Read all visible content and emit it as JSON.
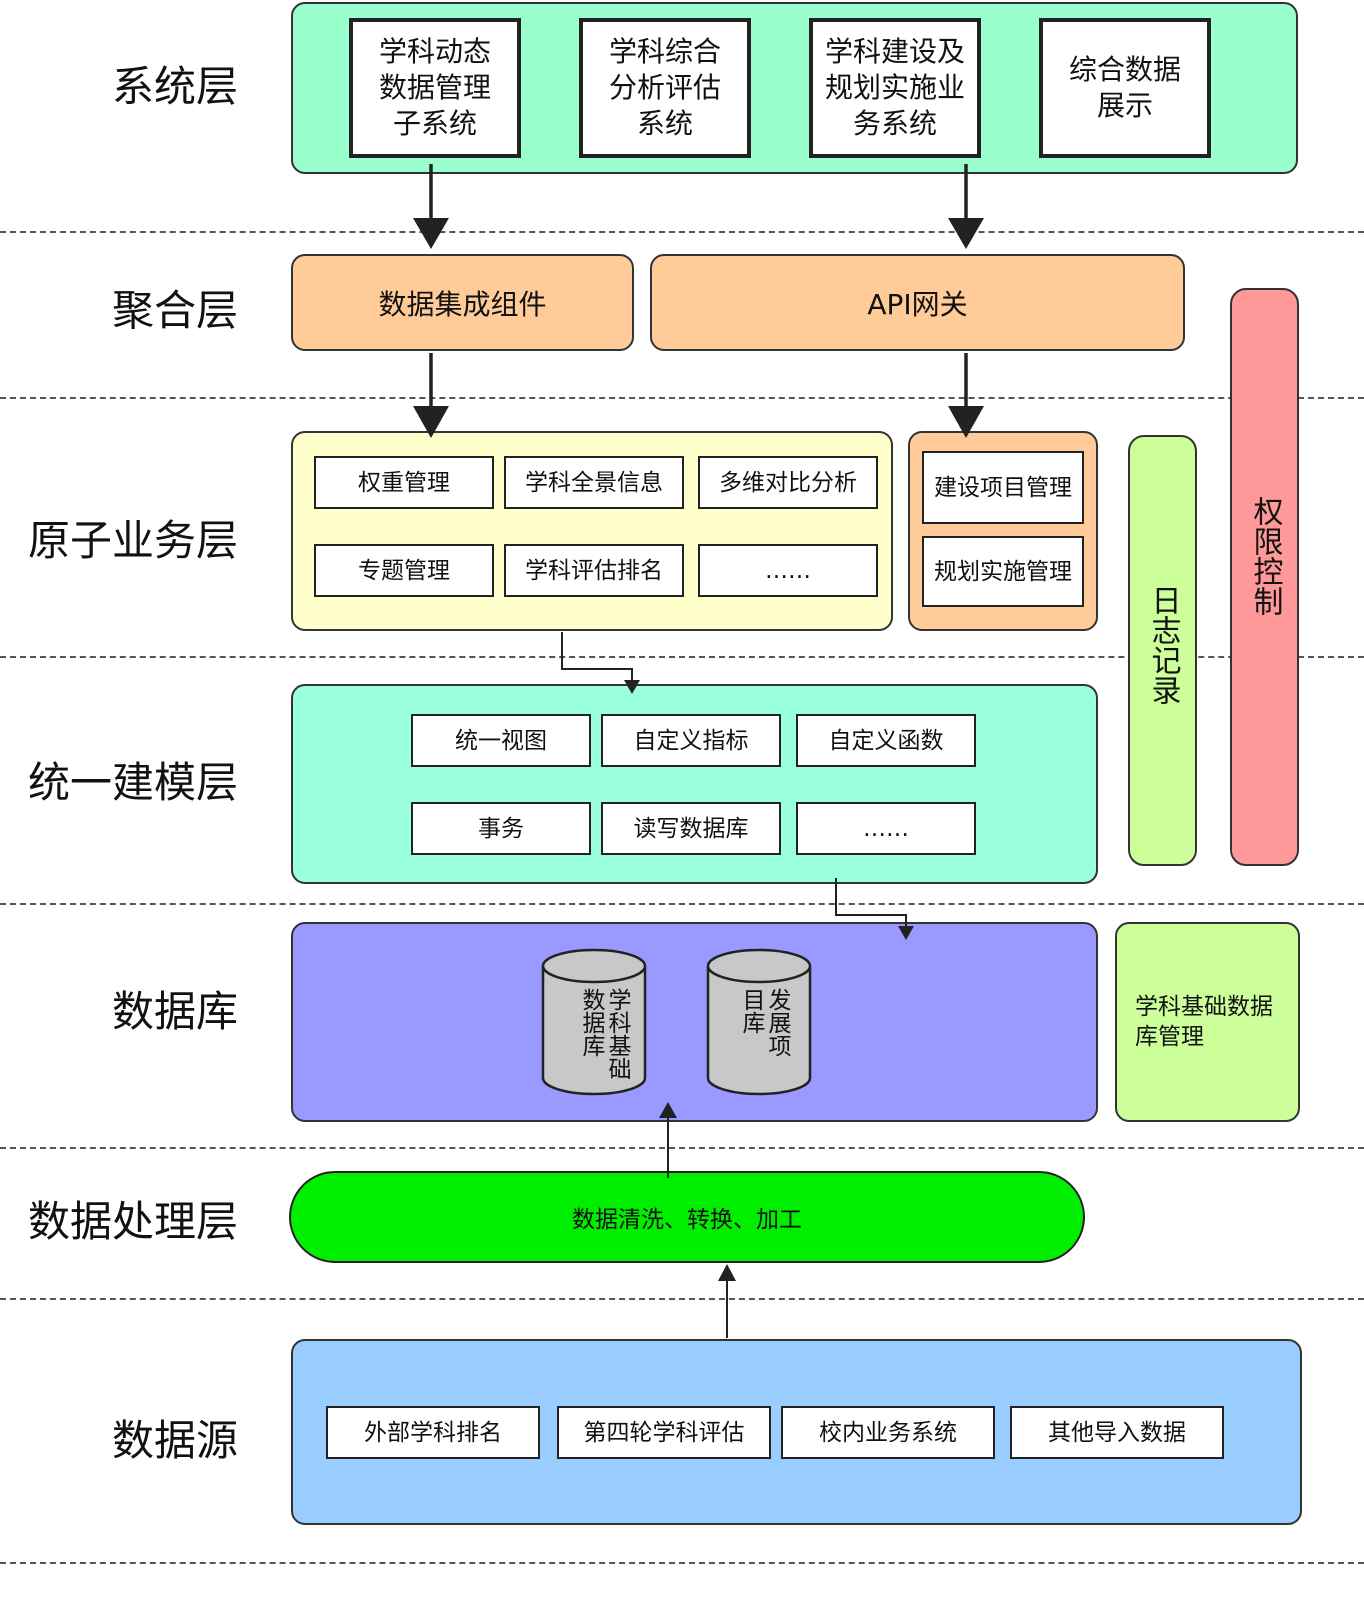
{
  "layers": {
    "system": "系统层",
    "aggregation": "聚合层",
    "atomic": "原子业务层",
    "modeling": "统一建模层",
    "database": "数据库",
    "processing": "数据处理层",
    "source": "数据源"
  },
  "system_layer": {
    "items": [
      "学科动态\n数据管理\n子系统",
      "学科综合\n分析评估\n系统",
      "学科建设及\n规划实施业\n务系统",
      "综合数据\n展示"
    ]
  },
  "aggregation_layer": {
    "integration": "数据集成组件",
    "gateway": "API网关"
  },
  "atomic_layer": {
    "left": [
      "权重管理",
      "学科全景信息",
      "多维对比分析",
      "专题管理",
      "学科评估排名",
      "……"
    ],
    "right": [
      "建设项目管理",
      "规划实施管理"
    ]
  },
  "modeling_layer": {
    "items": [
      "统一视图",
      "自定义指标",
      "自定义函数",
      "事务",
      "读写数据库",
      "……"
    ]
  },
  "database_layer": {
    "db1": "学科基础数据库",
    "db2": "发展项目库",
    "side": "学科基础数据库管理"
  },
  "processing_layer": {
    "label": "数据清洗、转换、加工"
  },
  "source_layer": {
    "items": [
      "外部学科排名",
      "第四轮学科评估",
      "校内业务系统",
      "其他导入数据"
    ]
  },
  "side_bars": {
    "log": "日志记录",
    "permission": "权限控制"
  },
  "colors": {
    "system": "#99ffcc",
    "aggregation": "#ffcc99",
    "atomic_left": "#ffffcc",
    "atomic_right": "#ffcc99",
    "modeling": "#99ffdd",
    "database": "#9999ff",
    "processing": "#00ee00",
    "source": "#99ccff",
    "log": "#ccff99",
    "permission": "#ff9999",
    "db_side": "#ccff99"
  }
}
